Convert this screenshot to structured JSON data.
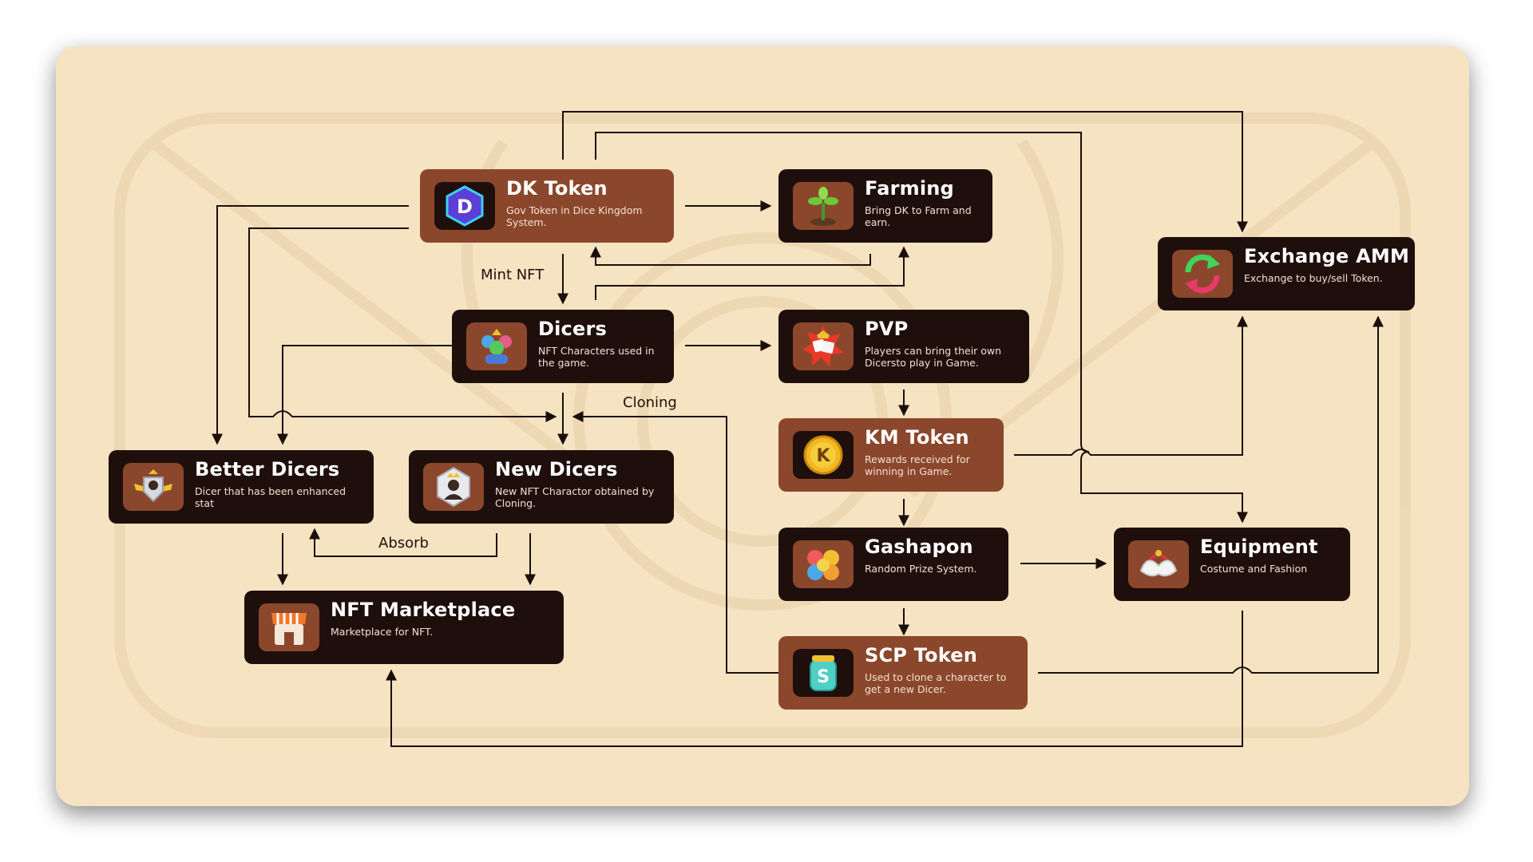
{
  "colors": {
    "background": "#f5e3c2",
    "card_dark": "#1f0f0c",
    "card_brown": "#8b472c",
    "line": "#1a0f0b"
  },
  "nodes": {
    "dk_token": {
      "title": "DK Token",
      "desc": "Gov Token in Dice Kingdom System.",
      "icon": "d-gem-icon"
    },
    "farming": {
      "title": "Farming",
      "desc": "Bring DK to Farm and earn.",
      "icon": "sprout-icon"
    },
    "exchange": {
      "title": "Exchange AMM",
      "desc": "Exchange to buy/sell Token.",
      "icon": "swap-arrows-icon"
    },
    "dicers": {
      "title": "Dicers",
      "desc": "NFT Characters used in the game.",
      "icon": "characters-icon"
    },
    "pvp": {
      "title": "PVP",
      "desc": "Players can bring their own Dicersto play in Game.",
      "icon": "pvp-dice-icon"
    },
    "km_token": {
      "title": "KM Token",
      "desc": "Rewards received for winning in Game.",
      "icon": "k-coin-icon"
    },
    "better_dicers": {
      "title": "Better Dicers",
      "desc": "Dicer that has been enhanced stat",
      "icon": "winged-badge-icon"
    },
    "new_dicers": {
      "title": "New Dicers",
      "desc": "New NFT Charactor obtained by Cloning.",
      "icon": "crowned-avatar-icon"
    },
    "gashapon": {
      "title": "Gashapon",
      "desc": "Random Prize System.",
      "icon": "capsules-icon"
    },
    "equipment": {
      "title": "Equipment",
      "desc": "Costume and Fashion",
      "icon": "costume-icon"
    },
    "nft_marketplace": {
      "title": "NFT Marketplace",
      "desc": "Marketplace for NFT.",
      "icon": "storefront-icon"
    },
    "scp_token": {
      "title": "SCP Token",
      "desc": "Used to clone a character to get a new Dicer.",
      "icon": "scp-jar-icon"
    }
  },
  "edge_labels": {
    "mint_nft": "Mint NFT",
    "cloning": "Cloning",
    "absorb": "Absorb"
  }
}
